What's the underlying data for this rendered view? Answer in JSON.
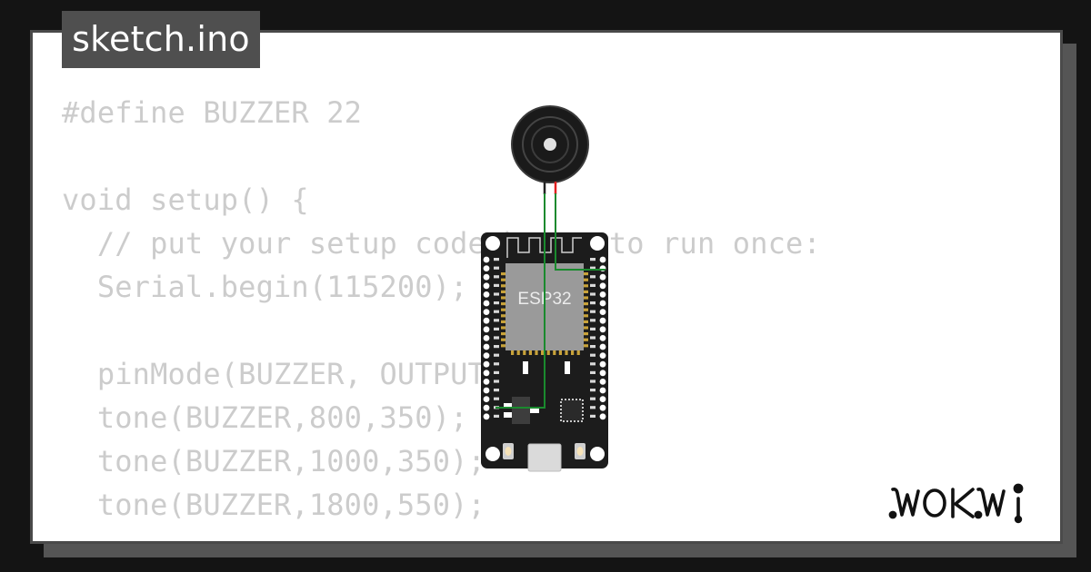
{
  "file_tab": {
    "label": "sketch.ino"
  },
  "code": {
    "lines": [
      "#define BUZZER 22",
      "",
      "void setup() {",
      "  // put your setup code here, to run once:",
      "  Serial.begin(115200);",
      "",
      "  pinMode(BUZZER, OUTPUT);",
      "  tone(BUZZER,800,350);",
      "  tone(BUZZER,1000,350);",
      "  tone(BUZZER,1800,550);"
    ]
  },
  "circuit": {
    "board_label": "ESP32",
    "board_component": "esp32-devkit-board",
    "buzzer_component": "piezo-buzzer",
    "wire_color": "#1a8a2e",
    "buzzer_pin_colors": [
      "#222222",
      "#e02020"
    ]
  },
  "branding": {
    "logo": "WOKWI"
  },
  "colors": {
    "background": "#141414",
    "frame": "#ffffff",
    "frame_border": "#4a4a4a",
    "frame_shadow": "#555555",
    "code_text": "#cccccc",
    "tab_bg": "#4f4f4f",
    "tab_text": "#ffffff"
  }
}
